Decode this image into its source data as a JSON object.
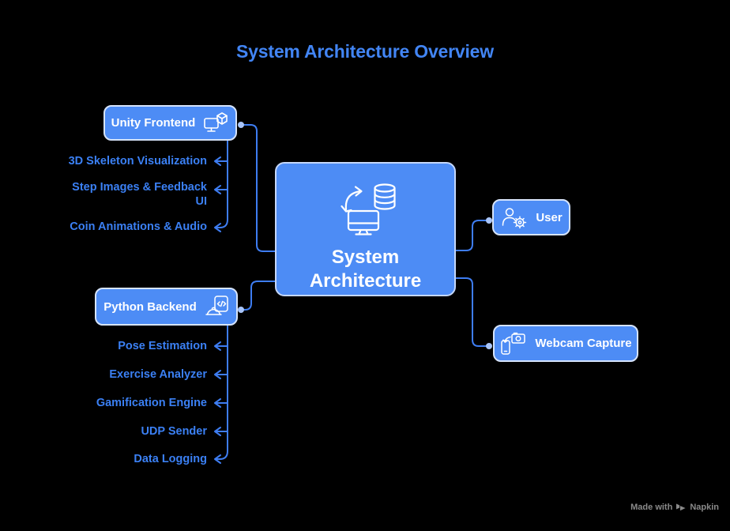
{
  "title": "System Architecture Overview",
  "center": {
    "label": "System Architecture",
    "icon": "sync-database-monitor-icon"
  },
  "nodes": {
    "unity": {
      "label": "Unity Frontend",
      "icon": "monitor-cube-icon",
      "items": [
        {
          "label": "3D Skeleton Visualization"
        },
        {
          "label": "Step Images & Feedback UI"
        },
        {
          "label": "Coin Animations & Audio"
        }
      ]
    },
    "python": {
      "label": "Python Backend",
      "icon": "code-file-hardhat-icon",
      "items": [
        {
          "label": "Pose Estimation"
        },
        {
          "label": "Exercise Analyzer"
        },
        {
          "label": "Gamification Engine"
        },
        {
          "label": "UDP Sender"
        },
        {
          "label": "Data Logging"
        }
      ]
    },
    "user": {
      "label": "User",
      "icon": "person-gear-icon"
    },
    "webcam": {
      "label": "Webcam Capture",
      "icon": "phone-camera-icon"
    }
  },
  "credit": {
    "prefix": "Made with",
    "brand": "Napkin"
  },
  "colors": {
    "background": "#000000",
    "node_fill": "#4d8cf5",
    "node_border": "#d6e4fc",
    "connector": "#3e7df2",
    "leaf_text": "#3b80f4",
    "title_text": "#4285f4",
    "node_text": "#ffffff",
    "credit_text": "#8a8a8a"
  }
}
